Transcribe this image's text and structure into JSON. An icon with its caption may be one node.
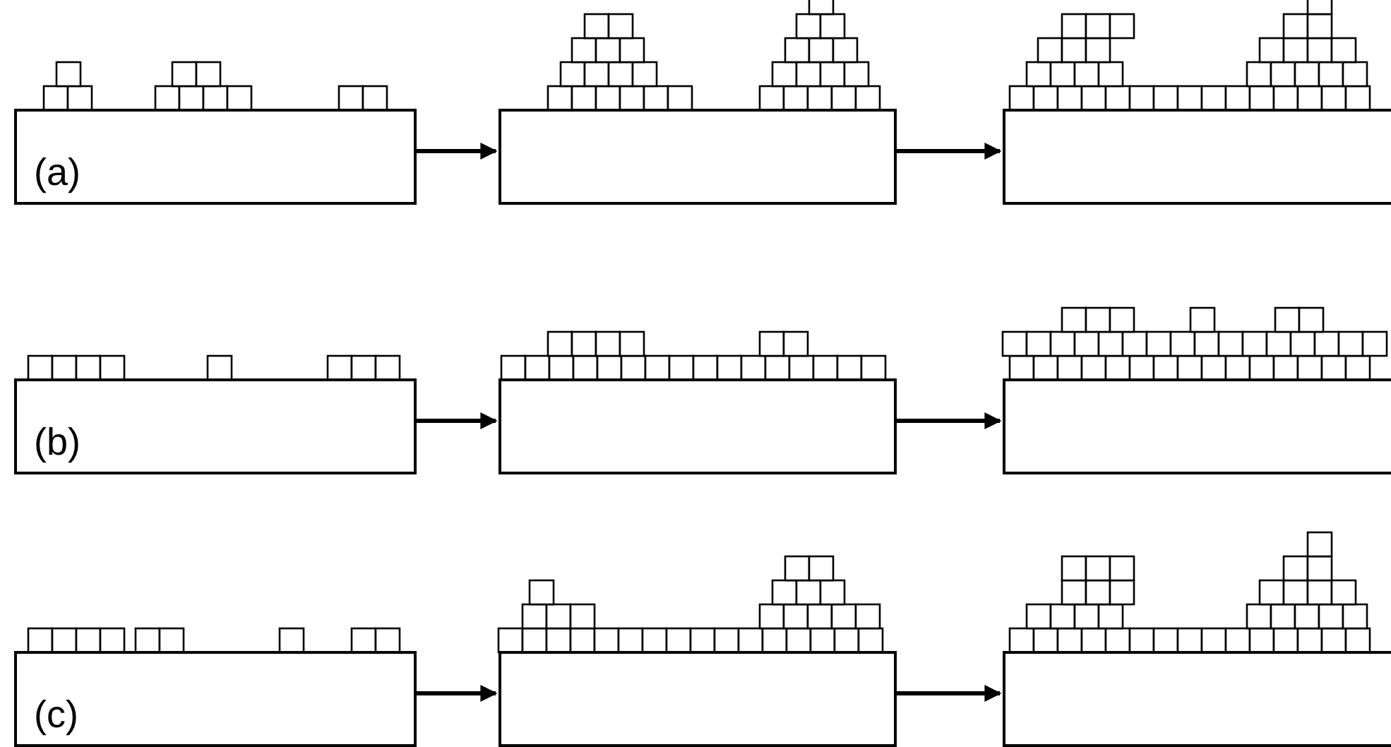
{
  "diagram": {
    "nodes": [
      {
        "text": [
          "(a)"
        ]
      },
      {
        "text": [],
        "shape": "box"
      },
      {
        "text": [],
        "shape": "box"
      },
      {
        "text": [
          "(b)"
        ]
      },
      {
        "text": [],
        "shape": "box"
      },
      {
        "text": [],
        "shape": "box"
      },
      {
        "text": [
          "(c)"
        ]
      },
      {
        "text": [],
        "shape": "box"
      },
      {
        "text": [],
        "shape": "box"
      }
    ],
    "edges": [
      {
        "from": 0,
        "to": 1,
        "arrow": "to"
      },
      {
        "from": 1,
        "to": 2,
        "arrow": "to"
      },
      {
        "from": 3,
        "to": 4,
        "arrow": "to"
      },
      {
        "from": 4,
        "to": 5,
        "arrow": "to"
      },
      {
        "from": 6,
        "to": 7,
        "arrow": "to"
      },
      {
        "from": 7,
        "to": 8,
        "arrow": "to"
      }
    ]
  }
}
